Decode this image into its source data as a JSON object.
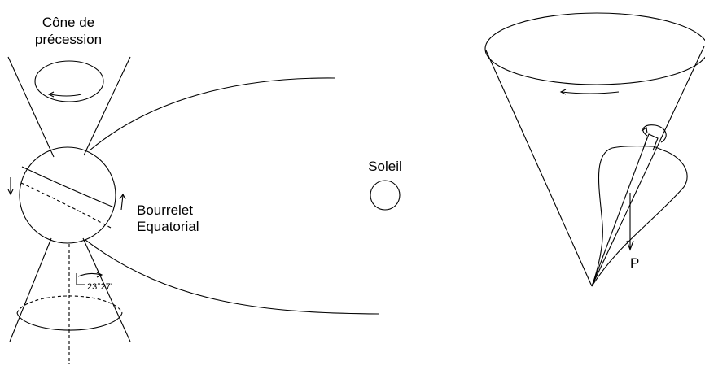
{
  "labels": {
    "precession_line1": "Cône de",
    "precession_line2": "précession",
    "sun": "Soleil",
    "bulge_line1": "Bourrelet",
    "bulge_line2": "Equatorial",
    "angle": "23°27'",
    "weight": "P"
  }
}
